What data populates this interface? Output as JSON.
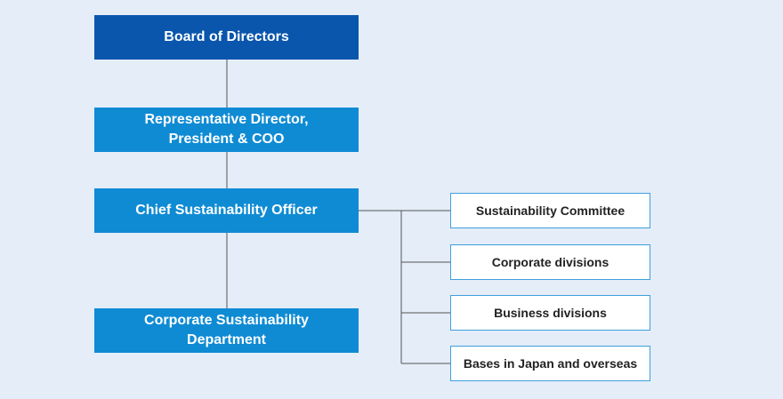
{
  "org_chart": {
    "board": "Board of Directors",
    "representative": [
      "Representative Director,",
      "President & COO"
    ],
    "cso": "Chief Sustainability Officer",
    "department": [
      "Corporate Sustainability",
      "Department"
    ],
    "branches": [
      "Sustainability Committee",
      "Corporate divisions",
      "Business divisions",
      "Bases in Japan and overseas"
    ]
  },
  "colors": {
    "background": "#e4edf8",
    "board_fill": "#0a56ad",
    "box_fill": "#0f8bd4",
    "branch_border": "#3f9fdc",
    "connector": "#555555"
  }
}
